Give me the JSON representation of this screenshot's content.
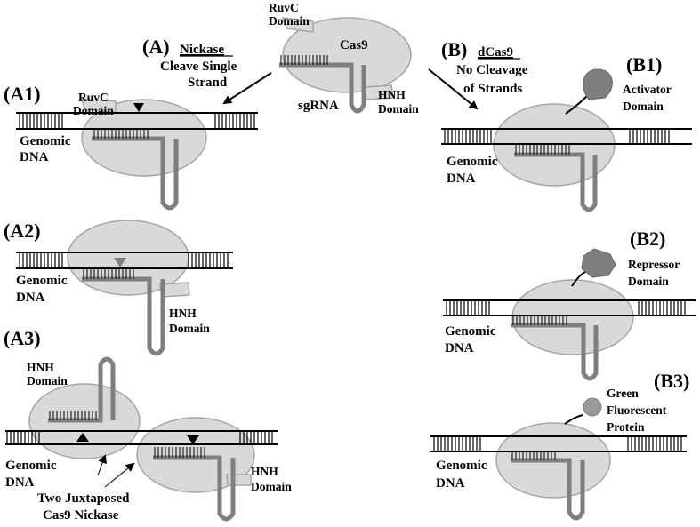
{
  "top": {
    "ruvc_line1": "RuvC",
    "ruvc_line2": "Domain",
    "cas9": "Cas9",
    "sgrna": "sgRNA",
    "hnh_line1": "HNH",
    "hnh_line2": "Domain"
  },
  "panel_a": {
    "tag": "(A)",
    "title": "Nickase",
    "line2": "Cleave Single",
    "line3": "Strand"
  },
  "panel_b": {
    "tag": "(B)",
    "title": "dCas9",
    "line2": "No Cleavage",
    "line3": "of Strands"
  },
  "a1": {
    "tag": "(A1)",
    "ruvc_line1": "RuvC",
    "ruvc_line2": "Domain",
    "dna_line1": "Genomic",
    "dna_line2": "DNA"
  },
  "a2": {
    "tag": "(A2)",
    "dna_line1": "Genomic",
    "dna_line2": "DNA",
    "hnh_line1": "HNH",
    "hnh_line2": "Domain"
  },
  "a3": {
    "tag": "(A3)",
    "hnh_left_line1": "HNH",
    "hnh_left_line2": "Domain",
    "dna_line1": "Genomic",
    "dna_line2": "DNA",
    "caption_line1": "Two Juxtaposed",
    "caption_line2": "Cas9 Nickase",
    "hnh_right_line1": "HNH",
    "hnh_right_line2": "Domain"
  },
  "b1": {
    "tag": "(B1)",
    "effector_line1": "Activator",
    "effector_line2": "Domain",
    "dna_line1": "Genomic",
    "dna_line2": "DNA"
  },
  "b2": {
    "tag": "(B2)",
    "effector_line1": "Repressor",
    "effector_line2": "Domain",
    "dna_line1": "Genomic",
    "dna_line2": "DNA"
  },
  "b3": {
    "tag": "(B3)",
    "effector_line1": "Green",
    "effector_line2": "Fluorescent",
    "effector_line3": "Protein",
    "dna_line1": "Genomic",
    "dna_line2": "DNA"
  },
  "colors": {
    "protein": "#d9d9d9",
    "rna": "#8c8c8c",
    "effector": "#7f7f7f",
    "gfp": "#9a9a9a",
    "ink": "#000000"
  }
}
